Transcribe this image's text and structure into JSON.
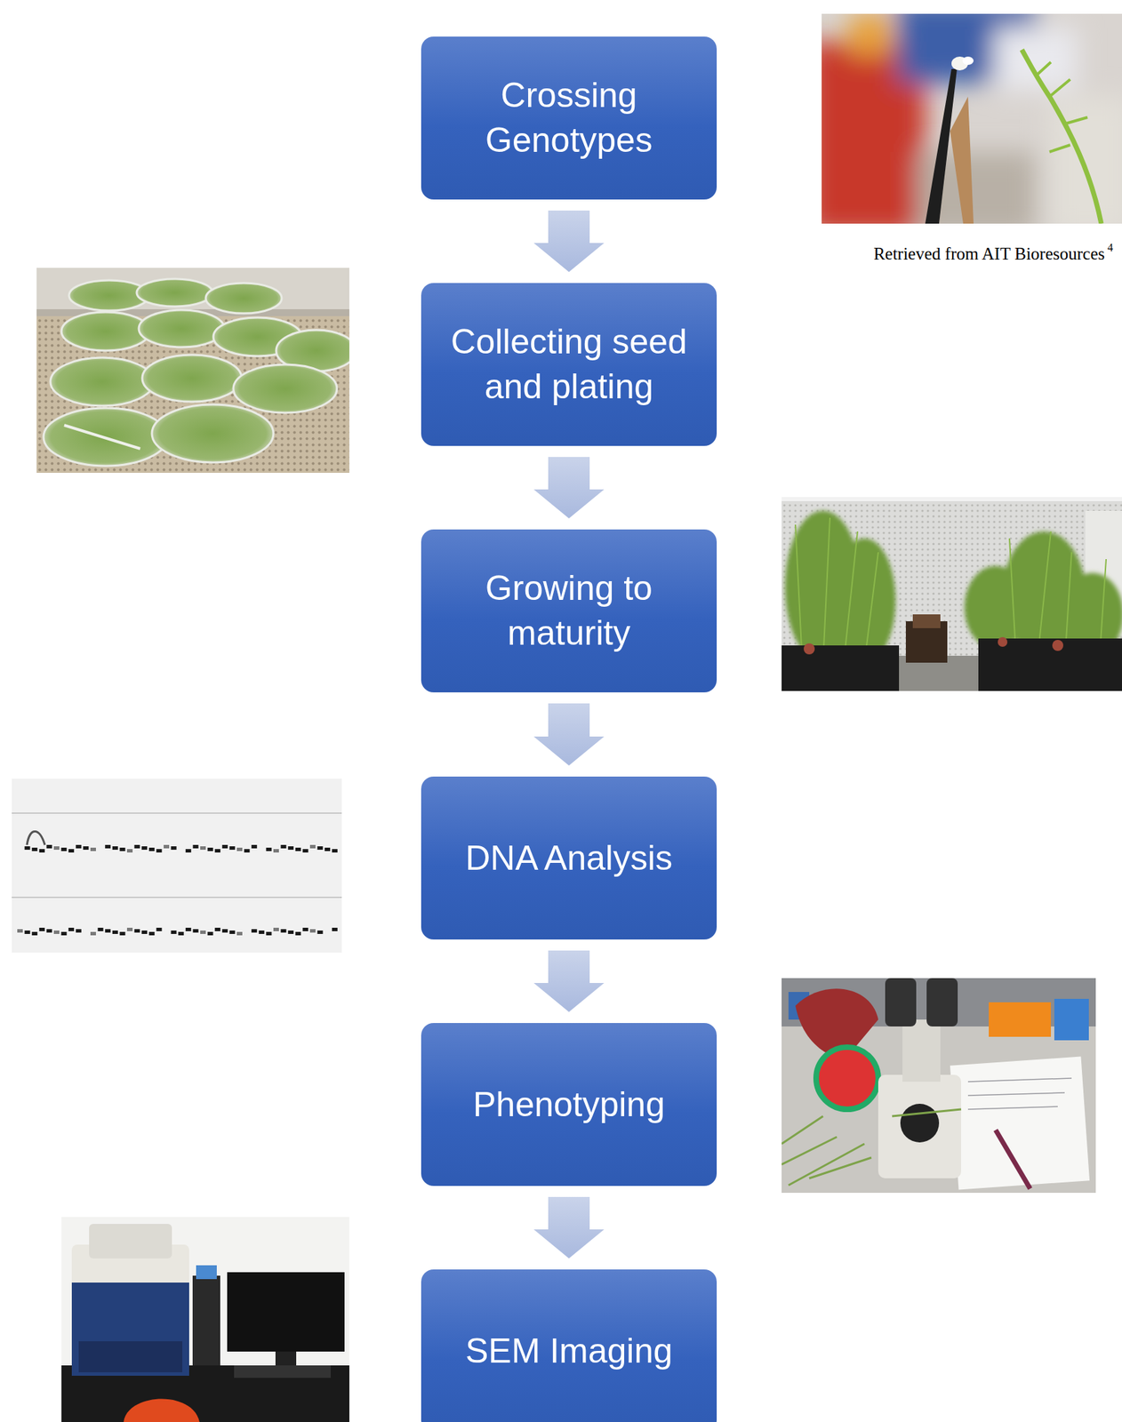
{
  "diagram": {
    "nodes": [
      {
        "text": [
          "Crossing Genotypes"
        ]
      },
      {
        "text": [
          "Collecting seed and plating"
        ]
      },
      {
        "text": [
          "Growing to maturity"
        ]
      },
      {
        "text": [
          "DNA Analysis"
        ]
      },
      {
        "text": [
          "Phenotyping"
        ]
      },
      {
        "text": [
          "SEM Imaging"
        ]
      }
    ],
    "edges": [
      {
        "from": 0,
        "to": 1,
        "arrow": "to"
      },
      {
        "from": 1,
        "to": 2,
        "arrow": "to"
      },
      {
        "from": 2,
        "to": 3,
        "arrow": "to"
      },
      {
        "from": 3,
        "to": 4,
        "arrow": "to"
      },
      {
        "from": 4,
        "to": 5,
        "arrow": "to"
      }
    ],
    "labels": [
      "Retrieved from AIT Bioresources",
      "4"
    ]
  }
}
